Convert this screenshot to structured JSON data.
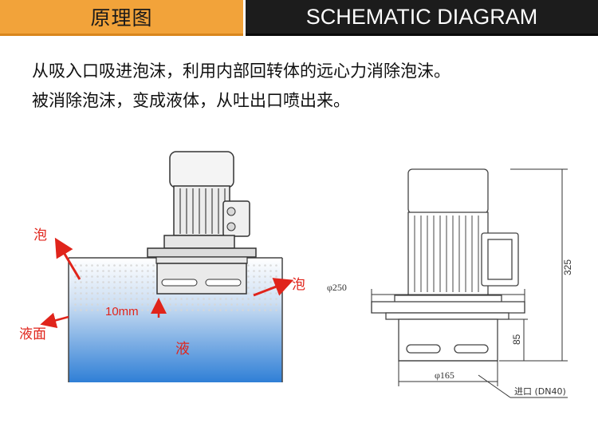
{
  "header": {
    "left_tab": "原理图",
    "right_tab": "SCHEMATIC DIAGRAM"
  },
  "description": {
    "line1": "从吸入口吸进泡沫，利用内部回转体的远心力消除泡沫。",
    "line2": "被消除泡沫，变成液体，从吐出口喷出来。"
  },
  "left_diagram": {
    "foam_label_top": "泡",
    "foam_label_right": "泡",
    "liquid_surface_label": "液面",
    "liquid_label": "液",
    "gap_label": "10mm"
  },
  "right_diagram": {
    "dim_height": "325",
    "dim_lower": "85",
    "dim_flange_dia": "φ250",
    "dim_body_dia": "φ165",
    "inlet_label": "进口 (DN40)"
  },
  "colors": {
    "header_left_bg": "#f2a33a",
    "header_right_bg": "#1c1c1c",
    "annotation_red": "#e0241b",
    "liquid_blue": "#3a86d8"
  }
}
